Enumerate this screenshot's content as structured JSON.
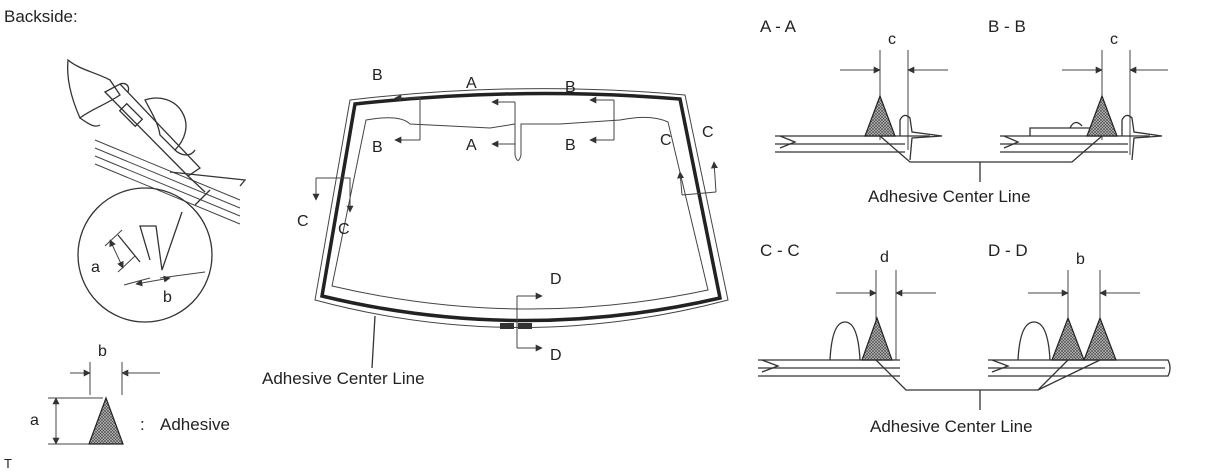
{
  "header": {
    "backside_label": "Backside:"
  },
  "windshield": {
    "section_markers": [
      "A",
      "A",
      "B",
      "B",
      "B",
      "B",
      "C",
      "C",
      "C",
      "C",
      "D",
      "D"
    ],
    "center_line_label": "Adhesive Center Line"
  },
  "legend": {
    "dim_a": "a",
    "dim_b": "b",
    "colon": ":",
    "adhesive_label": "Adhesive",
    "corner_mark": "T"
  },
  "cutter_detail": {
    "dim_a": "a",
    "dim_b": "b"
  },
  "sections": {
    "aa": {
      "title": "A - A",
      "dim": "c"
    },
    "bb": {
      "title": "B - B",
      "dim": "c"
    },
    "cc": {
      "title": "C - C",
      "dim": "d"
    },
    "dd": {
      "title": "D - D",
      "dim": "b"
    },
    "top_center_line_label": "Adhesive Center Line",
    "bottom_center_line_label": "Adhesive Center Line"
  },
  "colors": {
    "line": "#333333",
    "hatch": "#555555",
    "background": "#ffffff"
  }
}
